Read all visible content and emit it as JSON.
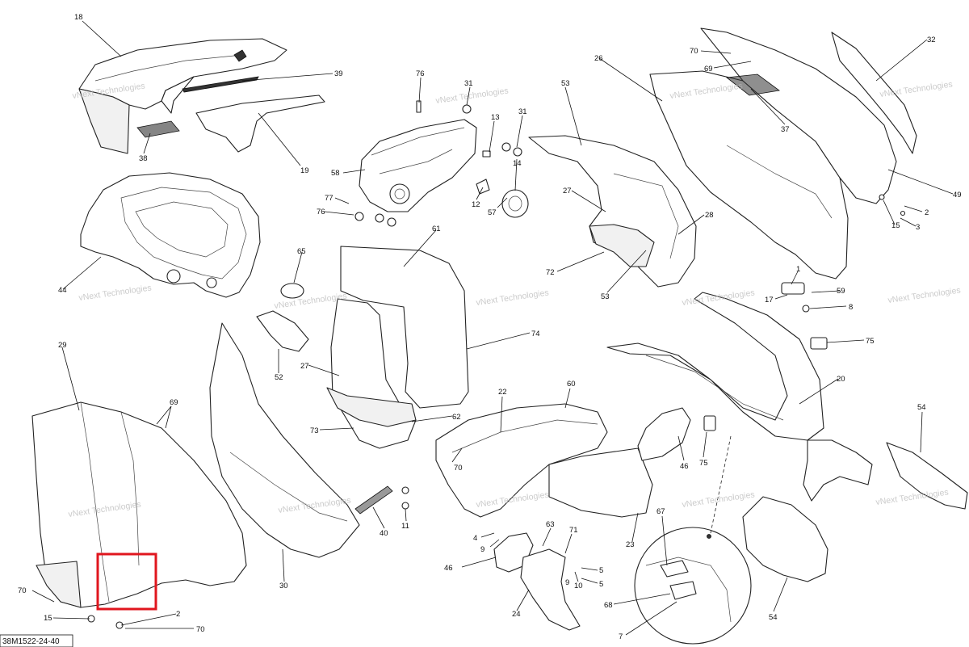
{
  "drawing_code": "38M1522-24-40",
  "watermark": "vNext Technologies",
  "callouts": [
    "18",
    "39",
    "38",
    "19",
    "76",
    "31",
    "13",
    "31",
    "14",
    "12",
    "57",
    "58",
    "77",
    "76",
    "53",
    "27",
    "28",
    "72",
    "53",
    "26",
    "37",
    "70",
    "69",
    "32",
    "49",
    "2",
    "3",
    "15",
    "44",
    "65",
    "52",
    "61",
    "27",
    "74",
    "73",
    "62",
    "1",
    "59",
    "17",
    "8",
    "75",
    "29",
    "69",
    "20",
    "22",
    "60",
    "70",
    "46",
    "75",
    "54",
    "11",
    "40",
    "30",
    "63",
    "71",
    "46",
    "9",
    "4",
    "5",
    "9",
    "10",
    "5",
    "23",
    "67",
    "24",
    "68",
    "7",
    "54",
    "70",
    "15",
    "2",
    "70"
  ]
}
